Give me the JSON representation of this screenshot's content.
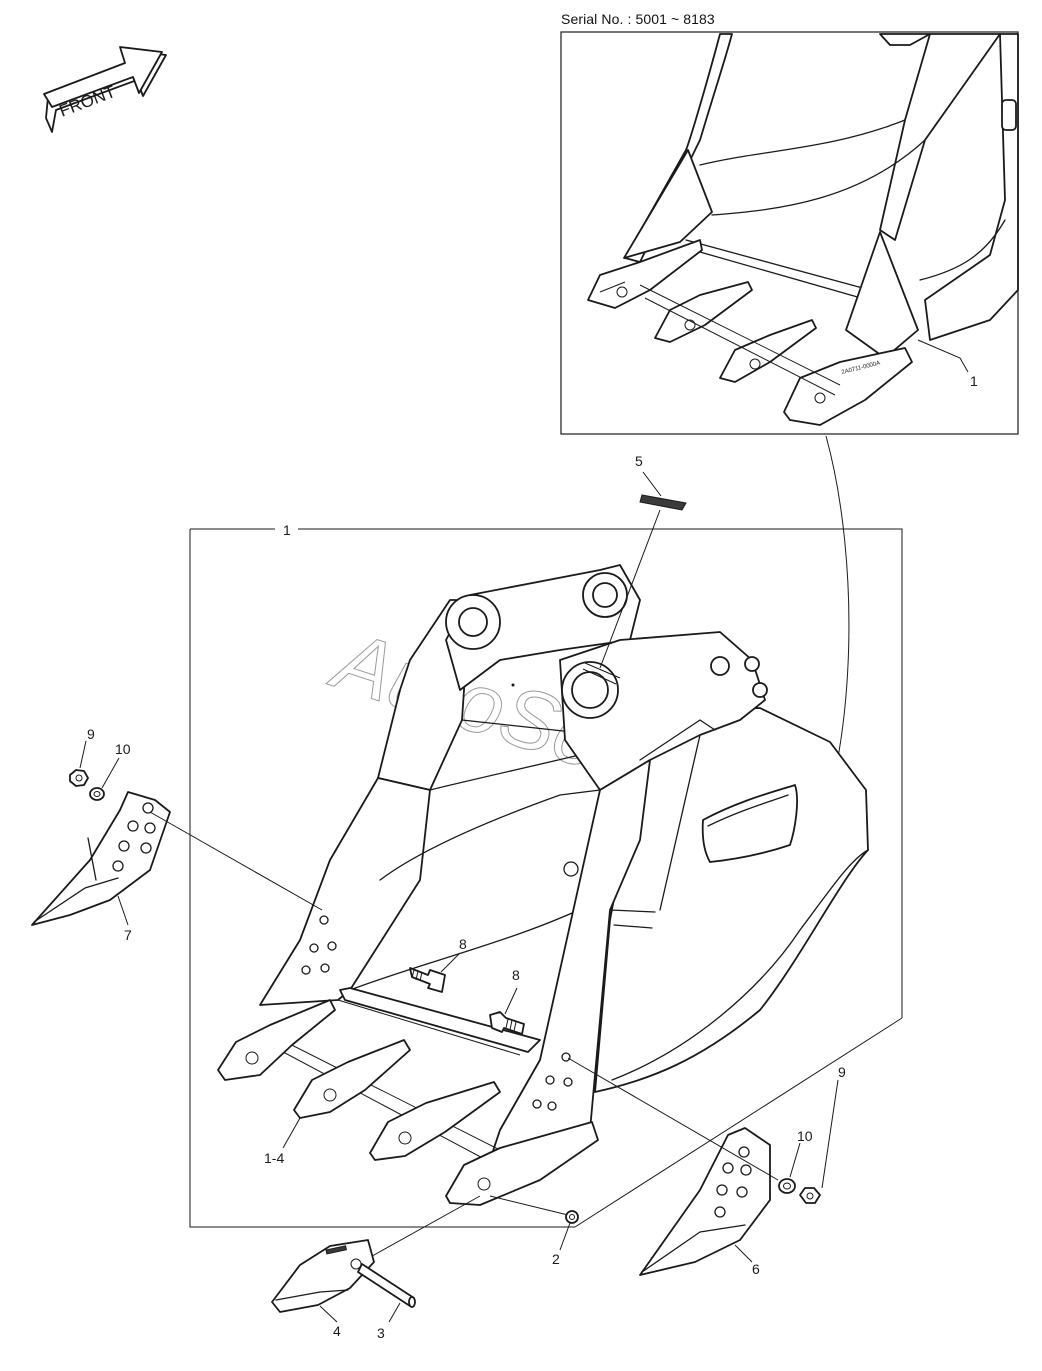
{
  "header": {
    "serial_range": "Serial No. : 5001 ~ 8183"
  },
  "orientation": {
    "label": "FRONT"
  },
  "watermark": {
    "text": "AutoSoft"
  },
  "inset": {
    "callout_1": "1"
  },
  "main": {
    "callout_1": "1",
    "callout_2": "2",
    "callout_3": "3",
    "callout_4": "4",
    "callout_1_4": "1-4",
    "callout_5": "5",
    "callout_6": "6",
    "callout_7": "7",
    "callout_8a": "8",
    "callout_8b": "8",
    "callout_9a": "9",
    "callout_9b": "9",
    "callout_10a": "10",
    "callout_10b": "10"
  },
  "colors": {
    "line": "#1a1a1a",
    "fill": "#ffffff",
    "shade": "#3a3a3a"
  }
}
